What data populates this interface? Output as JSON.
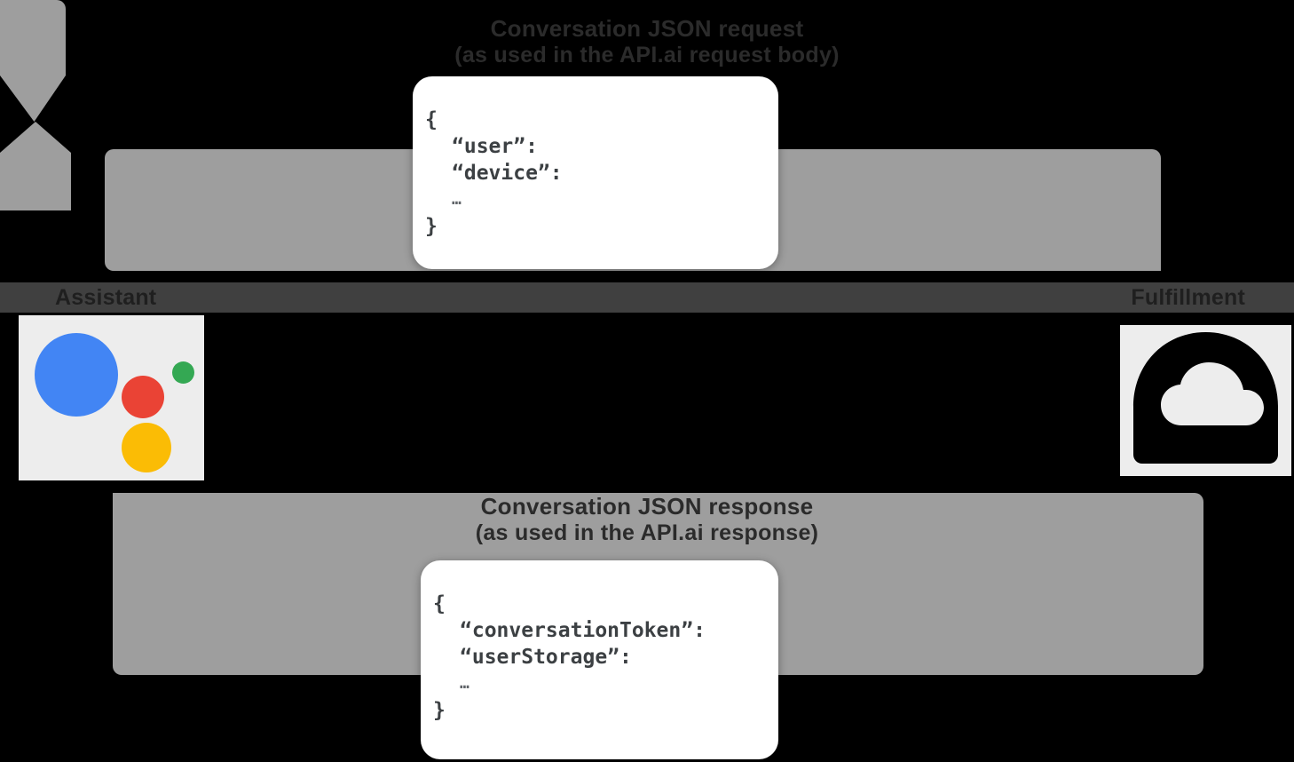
{
  "diagram": {
    "title_request": {
      "line1": "Conversation JSON request",
      "line2": "(as used in the API.ai request body)"
    },
    "title_response": {
      "line1": "Conversation JSON response",
      "line2": "(as used in the API.ai response)"
    },
    "lanes": {
      "left_label": "Assistant",
      "right_label": "Fulfillment"
    },
    "icons": {
      "assistant": "google-assistant-logo",
      "fulfillment": "cloud-icon"
    },
    "colors": {
      "background": "#000000",
      "arrow": "#9e9e9e",
      "band": "#404040",
      "tile": "#ededed",
      "card": "#ffffff",
      "assistant_blue": "#4285f4",
      "assistant_red": "#ea4335",
      "assistant_yellow": "#fbbc05",
      "assistant_green": "#34a853",
      "text": "#2b2b2b"
    },
    "json_request": {
      "open": "{",
      "keys": [
        "“user”:",
        "“device”:"
      ],
      "ellipsis": "…",
      "close": "}"
    },
    "json_response": {
      "open": "{",
      "keys": [
        "“conversationToken”:",
        "“userStorage”:"
      ],
      "ellipsis": "…",
      "close": "}"
    }
  }
}
